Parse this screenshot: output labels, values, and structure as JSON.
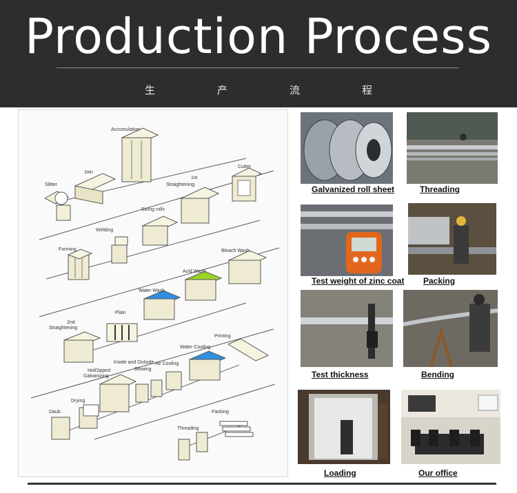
{
  "header": {
    "title": "Production Process",
    "subtitle_chars": [
      "生",
      "产",
      "流",
      "程"
    ]
  },
  "diagram": {
    "labels": {
      "accumulation": "Accumulation",
      "join": "Join",
      "slitter": "Slitter",
      "straightening_1st_a": "1st",
      "straightening_1st_b": "Straightening",
      "cutter": "Cutter",
      "sizing_rolls": "Sizing rolls",
      "welding": "Welding",
      "forming": "Forming",
      "bleach_wash": "Bleach Wash",
      "acid_wash": "Acid Wash",
      "water_wash": "Water Wash",
      "plain": "Plain",
      "straightening_2nd_a": "2nd",
      "straightening_2nd_b": "Straightening",
      "printing": "Printing",
      "water_cooling": "Water Cooling",
      "air_cooling": "Air Cooling",
      "blowing_a": "Inside and Outside",
      "blowing_b": "Blowing",
      "hotdipped_a": "HotDipped",
      "hotdipped_b": "Galvanizing",
      "drying": "Drying",
      "daub": "Daub",
      "packing": "Packing",
      "threading": "Threading"
    }
  },
  "photos": [
    {
      "caption": "Galvanized roll sheet"
    },
    {
      "caption": "Threading"
    },
    {
      "caption": "Test weight of zinc coat"
    },
    {
      "caption": "Packing"
    },
    {
      "caption": "Test thickness"
    },
    {
      "caption": "Bending"
    },
    {
      "caption": "Loading"
    },
    {
      "caption": "Our office"
    }
  ],
  "colors": {
    "header_bg": "#2d2d2d",
    "water_blue": "#2f8fe0",
    "acid_green": "#9bd32a"
  }
}
